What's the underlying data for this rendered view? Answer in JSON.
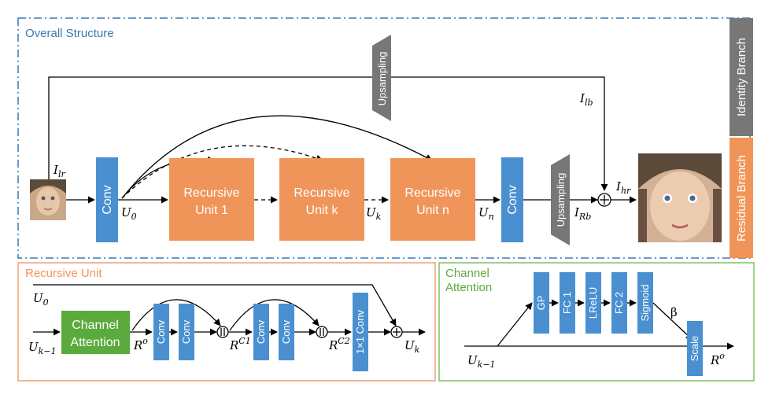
{
  "sections": {
    "overall": "Overall Structure",
    "recursive": "Recursive Unit",
    "channel_line1": "Channel",
    "channel_line2": "Attention"
  },
  "branches": {
    "identity": "Identity Branch",
    "residual": "Residual Branch"
  },
  "blocks": {
    "conv": "Conv",
    "upsampling": "Upsampling",
    "recursive_word": "Recursive",
    "unit1": "Unit 1",
    "unitk": "Unit k",
    "unitn": "Unit n",
    "ca_line1": "Channel",
    "ca_line2": "Attention",
    "conv1x1": "1×1 Conv",
    "gp": "GP",
    "fc1": "FC 1",
    "lrelu": "LReLU",
    "fc2": "FC 2",
    "sigmoid": "Sigmoid",
    "scale": "Scale"
  },
  "symbols": {
    "I": "I",
    "U": "U",
    "R": "R",
    "beta": "β",
    "lr": "lr",
    "lb": "lb",
    "hr": "hr",
    "Rb": "Rb",
    "sub0": "0",
    "subk": "k",
    "subn": "n",
    "subkm1": "k−1",
    "supo": "o",
    "supC1": "C1",
    "supC2": "C2"
  },
  "colors": {
    "overall_border": "#3a78b0",
    "recursive_border": "#f0a070",
    "channel_border": "#80c060",
    "blue": "#4a90d0",
    "orange": "#f0955a",
    "green": "#5aaa3c",
    "gray": "#777777"
  }
}
